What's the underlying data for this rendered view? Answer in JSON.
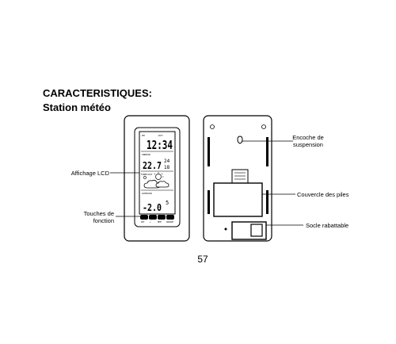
{
  "heading": {
    "section": "CARACTERISTIQUES:",
    "subsection": "Station météo"
  },
  "front_labels": {
    "lcd": "Affichage LCD",
    "keys_line1": "Touches de",
    "keys_line2": "fonction"
  },
  "back_labels": {
    "hook_line1": "Encoche de",
    "hook_line2": "suspension",
    "battery_cover": "Couvercle des piles",
    "stand": "Socle rabattable"
  },
  "lcd": {
    "time": "12:34",
    "indoor_temp": "22.7",
    "indoor_humidity": "24",
    "outdoor_temp": "-2.0",
    "outdoor_humidity": "5"
  },
  "page_number": "57"
}
